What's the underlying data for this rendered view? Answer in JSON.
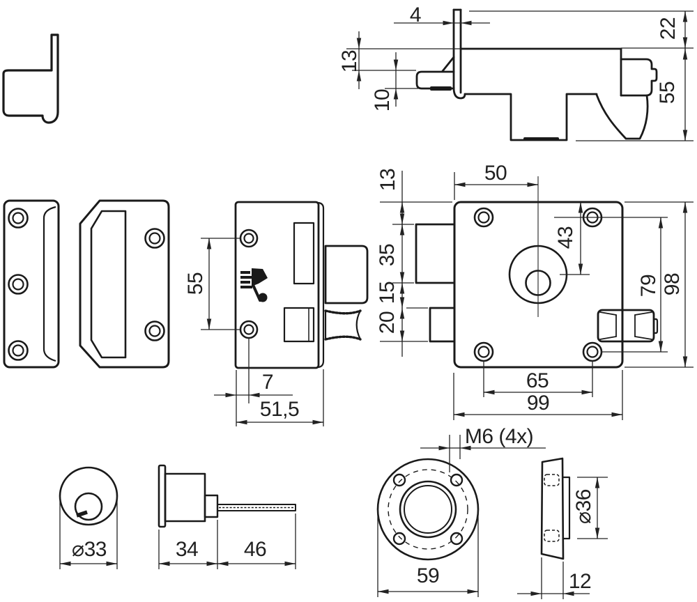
{
  "drawing": {
    "type": "technical-drawing",
    "subject": "rim-lock-night-latch",
    "line_color": "#1a1a1a",
    "background": "#ffffff"
  },
  "dims": {
    "top_view": {
      "faceplate_thickness": "4",
      "above_body": "22",
      "body_to_latch": "13",
      "latch_height": "10",
      "body_height": "55"
    },
    "rear_view": {
      "hole_spacing": "55",
      "hole_offset": "7",
      "case_width": "51,5"
    },
    "front_view": {
      "cylinder_offset": "50",
      "top_margin": "13",
      "upper_box_height": "35",
      "box_gap": "15",
      "lower_box_height": "20",
      "top_to_center": "43",
      "hole_spacing_vertical": "79",
      "case_height": "98",
      "hole_spacing_horizontal": "65",
      "case_length": "99"
    },
    "cylinder": {
      "diameter": "⌀33",
      "body_length": "34",
      "tailpiece_length": "46"
    },
    "rose": {
      "thread_callout": "M6 (4x)",
      "outer_diameter": "59",
      "inner_diameter": "⌀36",
      "depth": "12"
    }
  }
}
